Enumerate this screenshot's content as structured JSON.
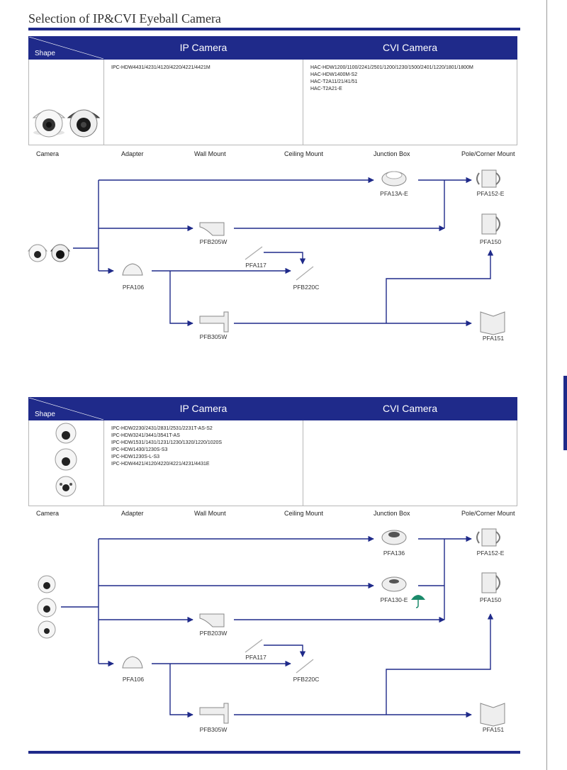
{
  "page_title": "Selection of  IP&CVI Eyeball Camera",
  "colors": {
    "accent": "#1f2a8a",
    "arrow": "#1f2a8a",
    "rule": "#1f2a8a"
  },
  "columns": [
    "Camera",
    "Adapter",
    "Wall Mount",
    "Ceiling Mount",
    "Junction Box",
    "Pole/Corner Mount"
  ],
  "section1": {
    "table": {
      "shape_header": "Shape",
      "ip_header": "IP Camera",
      "cvi_header": "CVI Camera",
      "ip_models": [
        "IPC-HDW4431/4231/4120/4220/4221/4421M"
      ],
      "cvi_models": [
        "HAC-HDW1200/1100/2241/2501/1200/1230/1500/2401/1220/1801/1800M",
        "HAC-HDW1400M-S2",
        "HAC-T2A11/21/41/51",
        "HAC-T2A21-E"
      ]
    },
    "labels": {
      "pfa13a": "PFA13A-E",
      "pfa152": "PFA152-E",
      "pfb205w": "PFB205W",
      "pfa150": "PFA150",
      "pfa117": "PFA117",
      "pfa106": "PFA106",
      "pfb220c": "PFB220C",
      "pfb305w": "PFB305W",
      "pfa151": "PFA151"
    }
  },
  "section2": {
    "table": {
      "shape_header": "Shape",
      "ip_header": "IP Camera",
      "cvi_header": "CVI Camera",
      "ip_models": [
        "IPC-HDW2230/2431/2831/2531/2231T-AS-S2",
        "IPC-HDW3241/3441/3541T-AS",
        "IPC-HDW1531/1431/1231/1230/1320/1220/1020S",
        "IPC-HDW1430/1230S-S3",
        "IPC-HDW1230S-L-S3",
        "IPC-HDW4421/4120/4220/4221/4231/4431E"
      ],
      "cvi_models": []
    },
    "labels": {
      "pfa136": "PFA136",
      "pfa152": "PFA152-E",
      "pfa130": "PFA130-E",
      "pfa150": "PFA150",
      "pfb203w": "PFB203W",
      "pfa117": "PFA117",
      "pfa106": "PFA106",
      "pfb220c": "PFB220C",
      "pfb305w": "PFB305W",
      "pfa151": "PFA151"
    }
  }
}
